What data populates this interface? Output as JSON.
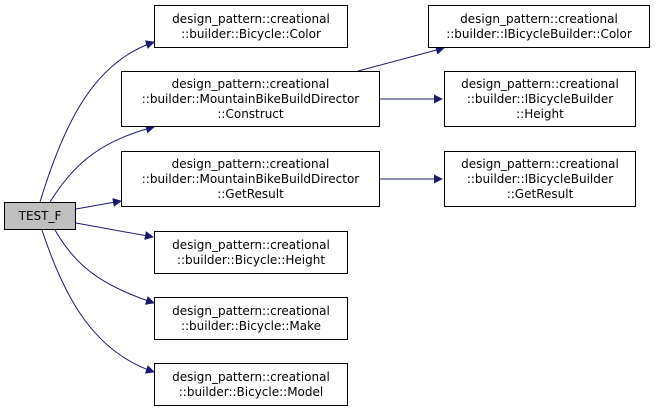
{
  "colors": {
    "edge": "#191970",
    "root_fill": "#bfbfbf",
    "node_fill": "#ffffff",
    "border": "#000000"
  },
  "nodes": {
    "test_f": {
      "lines": [
        "TEST_F"
      ]
    },
    "bicycle_color": {
      "lines": [
        "design_pattern::creational",
        "::builder::Bicycle::Color"
      ]
    },
    "construct": {
      "lines": [
        "design_pattern::creational",
        "::builder::MountainBikeBuildDirector",
        "::Construct"
      ]
    },
    "get_result": {
      "lines": [
        "design_pattern::creational",
        "::builder::MountainBikeBuildDirector",
        "::GetResult"
      ]
    },
    "bicycle_height": {
      "lines": [
        "design_pattern::creational",
        "::builder::Bicycle::Height"
      ]
    },
    "bicycle_make": {
      "lines": [
        "design_pattern::creational",
        "::builder::Bicycle::Make"
      ]
    },
    "bicycle_model": {
      "lines": [
        "design_pattern::creational",
        "::builder::Bicycle::Model"
      ]
    },
    "ibuilder_color": {
      "lines": [
        "design_pattern::creational",
        "::builder::IBicycleBuilder::Color"
      ]
    },
    "ibuilder_height": {
      "lines": [
        "design_pattern::creational",
        "::builder::IBicycleBuilder",
        "::Height"
      ]
    },
    "ibuilder_getresult": {
      "lines": [
        "design_pattern::creational",
        "::builder::IBicycleBuilder",
        "::GetResult"
      ]
    }
  },
  "edges": [
    {
      "from": "test_f",
      "to": "bicycle_color"
    },
    {
      "from": "test_f",
      "to": "construct"
    },
    {
      "from": "test_f",
      "to": "get_result"
    },
    {
      "from": "test_f",
      "to": "bicycle_height"
    },
    {
      "from": "test_f",
      "to": "bicycle_make"
    },
    {
      "from": "test_f",
      "to": "bicycle_model"
    },
    {
      "from": "construct",
      "to": "ibuilder_color"
    },
    {
      "from": "construct",
      "to": "ibuilder_height"
    },
    {
      "from": "get_result",
      "to": "ibuilder_getresult"
    }
  ]
}
